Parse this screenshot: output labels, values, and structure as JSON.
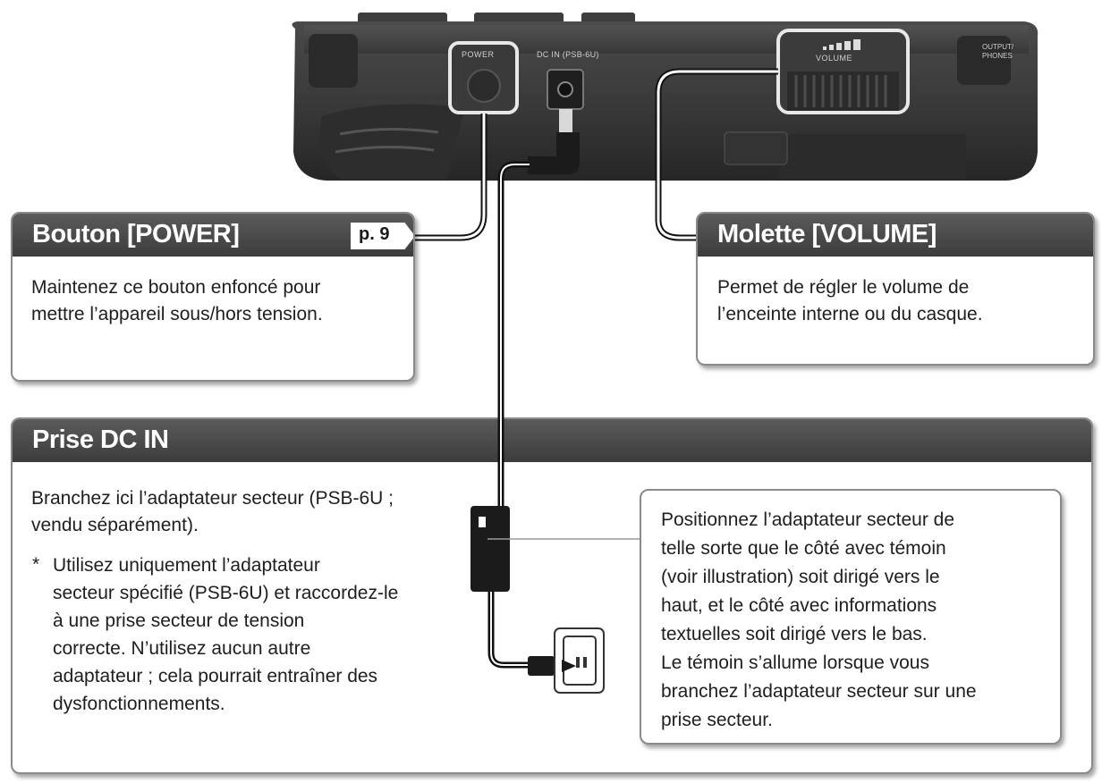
{
  "device": {
    "labels": {
      "power": "POWER",
      "dc_in": "DC IN (PSB-6U)",
      "volume": "VOLUME",
      "output": "OUTPUT/\nPHONES"
    }
  },
  "power_box": {
    "title": "Bouton [POWER]",
    "page_ref": "p. 9",
    "lines": [
      "Maintenez ce bouton enfoncé pour",
      "mettre l’appareil sous/hors tension."
    ]
  },
  "volume_box": {
    "title": "Molette [VOLUME]",
    "lines": [
      "Permet de régler le volume de",
      "l’enceinte interne ou du casque."
    ]
  },
  "dcin_box": {
    "title": "Prise DC IN",
    "intro": [
      "Branchez ici l’adaptateur secteur (PSB-6U ;",
      "vendu séparément)."
    ],
    "note_marker": "*",
    "note": [
      "Utilisez uniquement l’adaptateur",
      "secteur spécifié (PSB-6U) et raccordez-le",
      "à une prise secteur de tension",
      "correcte. N’utilisez aucun autre",
      "adaptateur ; cela pourrait entraîner des",
      "dysfonctionnements."
    ]
  },
  "adapter_callout": {
    "lines": [
      "Positionnez l’adaptateur secteur de",
      "telle sorte que le côté avec témoin",
      "(voir illustration) soit dirigé vers le",
      "haut, et le côté avec informations",
      "textuelles soit dirigé vers le bas.",
      "Le témoin s’allume lorsque vous",
      "branchez l’adaptateur secteur sur une",
      "prise secteur."
    ]
  }
}
